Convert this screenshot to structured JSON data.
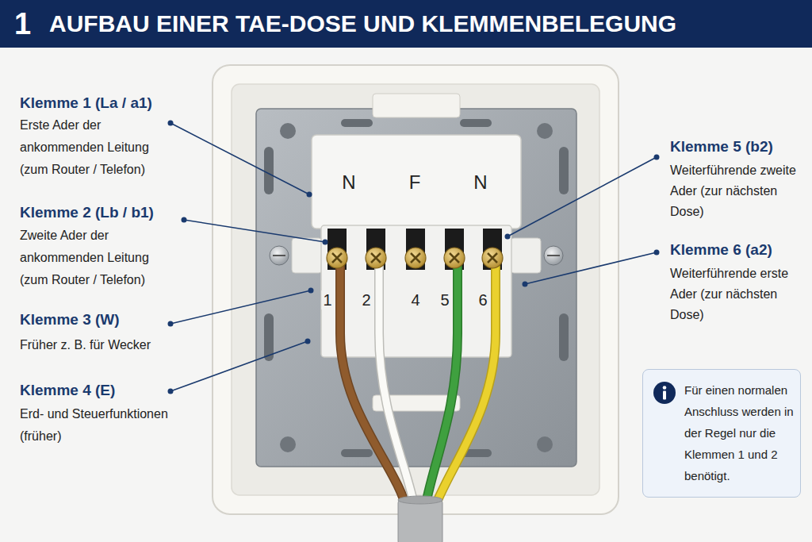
{
  "diagram": {
    "title": "AUFBAU EINER TAE-DOSE UND KLEMMENBELEGUNG",
    "nodes": [
      {
        "text": [
          "Für einen normalen Anschluss werden in der Regel nur die Klemmen 1 und 2 benötigt."
        ]
      }
    ],
    "labels": [
      "1",
      "Klemme 1 (La / a1)",
      "Erste Ader der ankommenden Leitung (zum Router / Telefon)",
      "Klemme 2 (Lb / b1)",
      "Zweite Ader der ankommenden Leitung (zum Router / Telefon)",
      "Klemme 3 (W)",
      "Früher z. B. für Wecker",
      "Klemme 4 (E)",
      "Erd- und Steuerfunktionen (früher)",
      "Klemme 5 (b2)",
      "Weiterführende zweite Ader (zur nächsten Dose)",
      "Klemme 6 (a2)",
      "Weiterführende erste Ader (zur nächsten Dose)",
      "N",
      "F",
      "N",
      "1",
      "2",
      "4",
      "5",
      "6"
    ]
  }
}
